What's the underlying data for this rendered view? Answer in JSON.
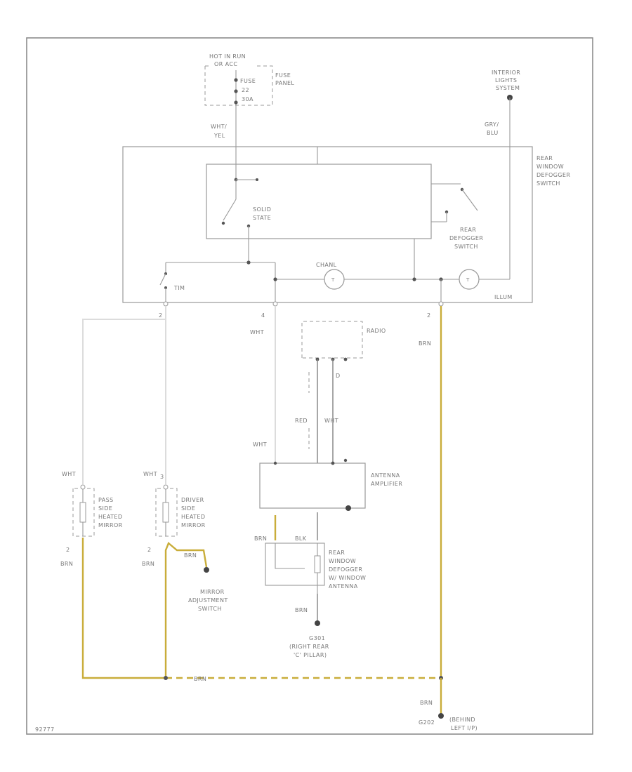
{
  "labels": {
    "hot_in_run": "HOT IN RUN",
    "or_acc": "OR ACC",
    "fuse_panel_1": "FUSE",
    "fuse_panel_2": "PANEL",
    "fuse_id": "FUSE",
    "fuse_num": "22",
    "fuse_amps": "30A",
    "interior_lights_1": "INTERIOR",
    "interior_lights_2": "LIGHTS",
    "interior_lights_3": "SYSTEM",
    "wht_yel_1": "WHT/",
    "wht_yel_2": "YEL",
    "gry_blu_1": "GRY/",
    "gry_blu_2": "BLU",
    "rwd_switch_1": "REAR",
    "rwd_switch_2": "WINDOW",
    "rwd_switch_3": "DEFOGGER",
    "rwd_switch_4": "SWITCH",
    "solid_state_1": "SOLID",
    "solid_state_2": "STATE",
    "rear_defogger_1": "REAR",
    "rear_defogger_2": "DEFOGGER",
    "rear_defogger_3": "SWITCH",
    "timer": "TIM",
    "channel": "CHANL",
    "illum": "ILLUM",
    "pin_2_left": "2",
    "pin_4": "4",
    "pin_3": "3",
    "pin_2_right": "2",
    "wht_1": "WHT",
    "brn_1": "BRN",
    "radio": "RADIO",
    "red": "RED",
    "wht_2": "WHT",
    "wht_3": "WHT",
    "antenna_amp_1": "ANTENNA",
    "antenna_amp_2": "AMPLIFIER",
    "wht_4": "WHT",
    "wht_5": "WHT",
    "pass_1": "PASS",
    "pass_2": "SIDE",
    "pass_3": "HEATED",
    "pass_4": "MIRROR",
    "drv_1": "DRIVER",
    "drv_2": "SIDE",
    "drv_3": "HEATED",
    "drv_4": "MIRROR",
    "pin_2a": "2",
    "pin_2b": "2",
    "brn_2": "BRN",
    "brn_3": "BRN",
    "brn_4": "BRN",
    "mirror_adj_1": "MIRROR",
    "mirror_adj_2": "ADJUSTMENT",
    "mirror_adj_3": "SWITCH",
    "brn_5": "BRN",
    "blk": "BLK",
    "rwd_ant_1": "REAR",
    "rwd_ant_2": "WINDOW",
    "rwd_ant_3": "DEFOGGER",
    "rwd_ant_4": "W/ WINDOW",
    "rwd_ant_5": "ANTENNA",
    "brn_6": "BRN",
    "g301_1": "G301",
    "g301_2": "(RIGHT REAR",
    "g301_3": "'C' PILLAR)",
    "brn_7": "BRN",
    "brn_8": "BRN",
    "g202": "G202",
    "behind_1": "(BEHIND",
    "behind_2": "LEFT I/P)",
    "figure_id": "92777"
  },
  "colors": {
    "wire_white": "#dcdcdc",
    "wire_brown": "#c9ad3a",
    "wire_black": "#8a8a8a",
    "outline": "#999999"
  }
}
